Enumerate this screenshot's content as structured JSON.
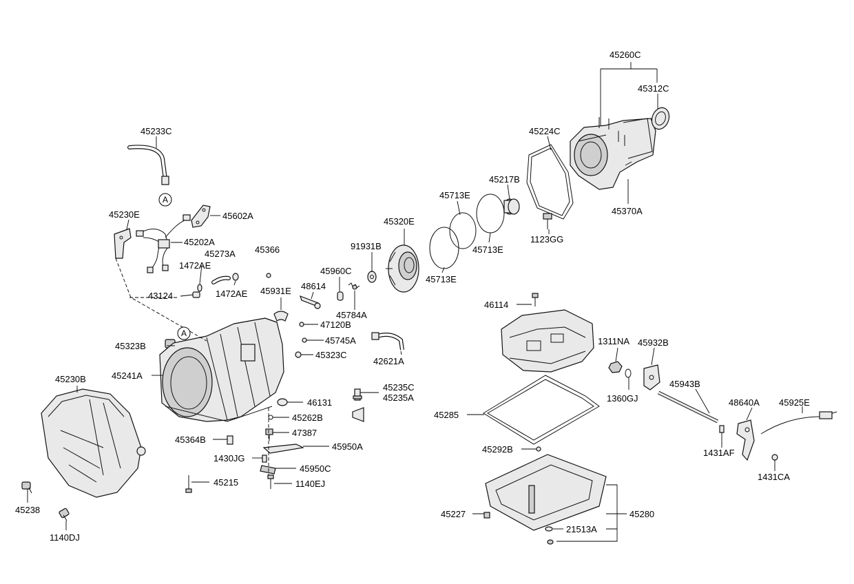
{
  "diagram": {
    "labels": {
      "p45260C": "45260C",
      "p45312C": "45312C",
      "p45224C": "45224C",
      "p45233C": "45233C",
      "p45217B": "45217B",
      "p45713E_1": "45713E",
      "p45713E_2": "45713E",
      "p45713E_3": "45713E",
      "p45370A": "45370A",
      "p45320E": "45320E",
      "p1123GG": "1123GG",
      "p45230E": "45230E",
      "p45602A": "45602A",
      "p45202A": "45202A",
      "p45273A": "45273A",
      "p45366": "45366",
      "p91931B": "91931B",
      "p1472AE_1": "1472AE",
      "p1472AE_2": "1472AE",
      "p45960C": "45960C",
      "p45931E": "45931E",
      "p48614": "48614",
      "p43124": "43124",
      "p45784A": "45784A",
      "p46114": "46114",
      "p47120B": "47120B",
      "p45745A": "45745A",
      "p45323B": "45323B",
      "p45323C": "45323C",
      "p42621A": "42621A",
      "p1311NA": "1311NA",
      "p45932B": "45932B",
      "p45241A": "45241A",
      "p45230B": "45230B",
      "p45235C": "45235C",
      "p45235A": "45235A",
      "p45943B": "45943B",
      "p46131": "46131",
      "p1360GJ": "1360GJ",
      "p45285": "45285",
      "p48640A": "48640A",
      "p45925E": "45925E",
      "p45262B": "45262B",
      "p47387": "47387",
      "p45364B": "45364B",
      "p45950A": "45950A",
      "p45292B": "45292B",
      "p1431AF": "1431AF",
      "p1430JG": "1430JG",
      "p45950C": "45950C",
      "p1431CA": "1431CA",
      "p45215": "45215",
      "p1140EJ": "1140EJ",
      "p45238": "45238",
      "p45227": "45227",
      "p45280": "45280",
      "p21513A": "21513A",
      "p1140DJ": "1140DJ"
    },
    "ref_marker_1": "A",
    "ref_marker_2": "A"
  }
}
